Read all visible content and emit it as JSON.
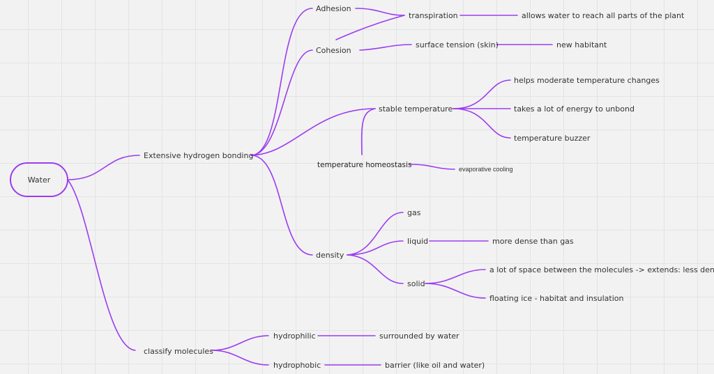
{
  "mindmap": {
    "root": "Water",
    "nodes": {
      "hbond": "Extensive hydrogen bonding",
      "classify": "classify molecules",
      "adhesion": "Adhesion",
      "cohesion": "Cohesion",
      "transpiration": "transpiration",
      "allows_water": "allows water to reach all parts of the plant",
      "surface_tension": "surface tension (skin)",
      "new_habitant": "new habitant",
      "stable_temp": "stable temperature",
      "helps_moderate": "helps moderate temperature changes",
      "energy_unbond": "takes a lot of energy to unbond",
      "temp_buzzer": "temperature buzzer",
      "temp_homeostasis": "temperature homeostasis",
      "evaporative": "evaporative cooling",
      "density": "density",
      "gas": "gas",
      "liquid": "liquid",
      "more_dense": "more dense than gas",
      "solid": "solid",
      "space_molecules": "a lot of space between the molecules -> extends: less dense",
      "floating_ice": "floating ice - habitat and insulation",
      "hydrophilic": "hydrophilic",
      "surrounded": "surrounded by water",
      "hydrophobic": "hydrophobic",
      "barrier": "barrier (like oil and water)"
    }
  },
  "colors": {
    "connector": "#9b3cf0",
    "text": "#333333",
    "background": "#f2f2f2",
    "grid": "#e3e3e3"
  }
}
